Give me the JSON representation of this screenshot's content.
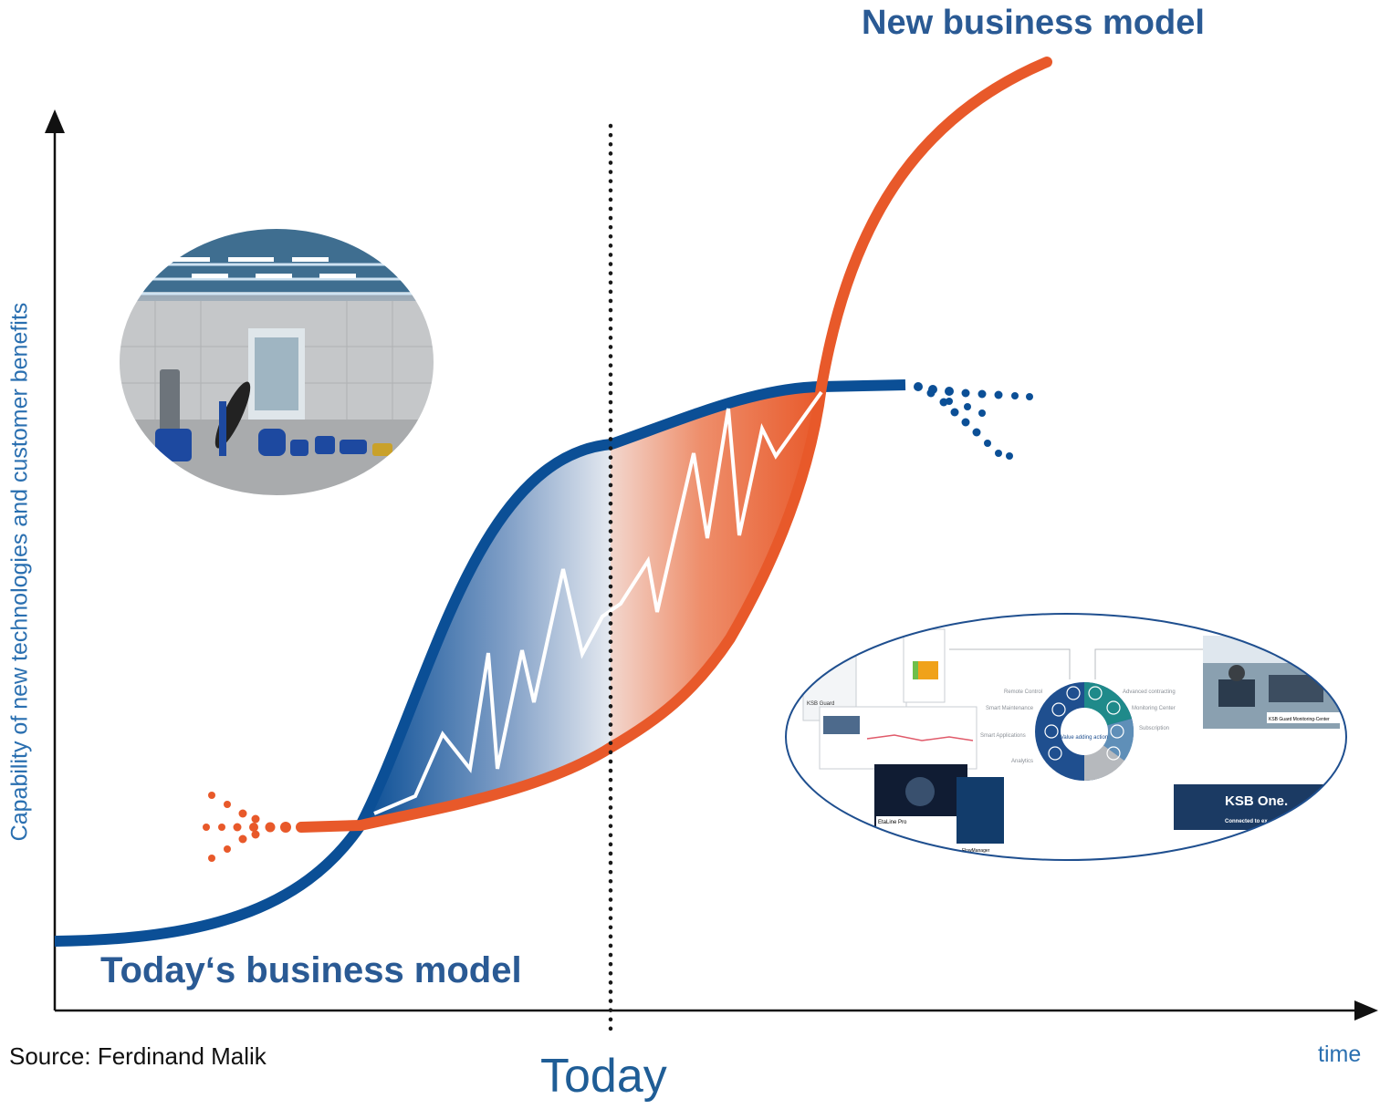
{
  "titles": {
    "new_business_model": "New business model",
    "todays_business_model": "Today‘s business model"
  },
  "axes": {
    "y_label": "Capability of new technologies and customer benefits",
    "x_label": "time"
  },
  "markers": {
    "today": "Today"
  },
  "source": "Source: Ferdinand Malik",
  "photo_right": {
    "items": [
      "Remote Control",
      "Smart Maintenance",
      "Smart Applications",
      "Analytics",
      "Advanced contracting",
      "Monitoring Center",
      "Subscription"
    ],
    "hub_label": "Value adding action",
    "screens": [
      "KSB Guard",
      "EtaLine Pro",
      "FlowManager",
      "KSB Guard Monitoring-Center"
    ],
    "ksb_one": "KSB One.",
    "ksb_one_sub": "Connected to ex"
  },
  "colors": {
    "blue": "#0b4f96",
    "orange": "#e8592a",
    "dark": "#111111"
  }
}
